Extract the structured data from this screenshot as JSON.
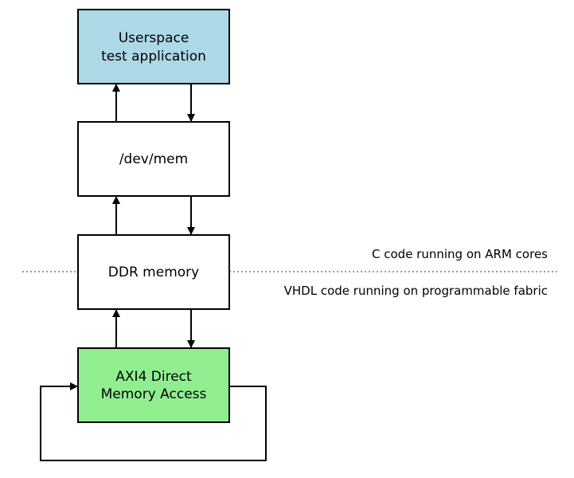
{
  "diagram": {
    "boxes": {
      "userspace": {
        "line1": "Userspace",
        "line2": "test application",
        "fill": "#add8e6"
      },
      "devmem": {
        "label": "/dev/mem",
        "fill": "#ffffff"
      },
      "ddr": {
        "label": "DDR memory",
        "fill": "#ffffff"
      },
      "axi": {
        "line1": "AXI4 Direct",
        "line2": "Memory Access",
        "fill": "#90ee90"
      }
    },
    "divider": {
      "label_above": "C code running on ARM cores",
      "label_below": "VHDL code running on programmable fabric",
      "color": "#999999"
    }
  }
}
